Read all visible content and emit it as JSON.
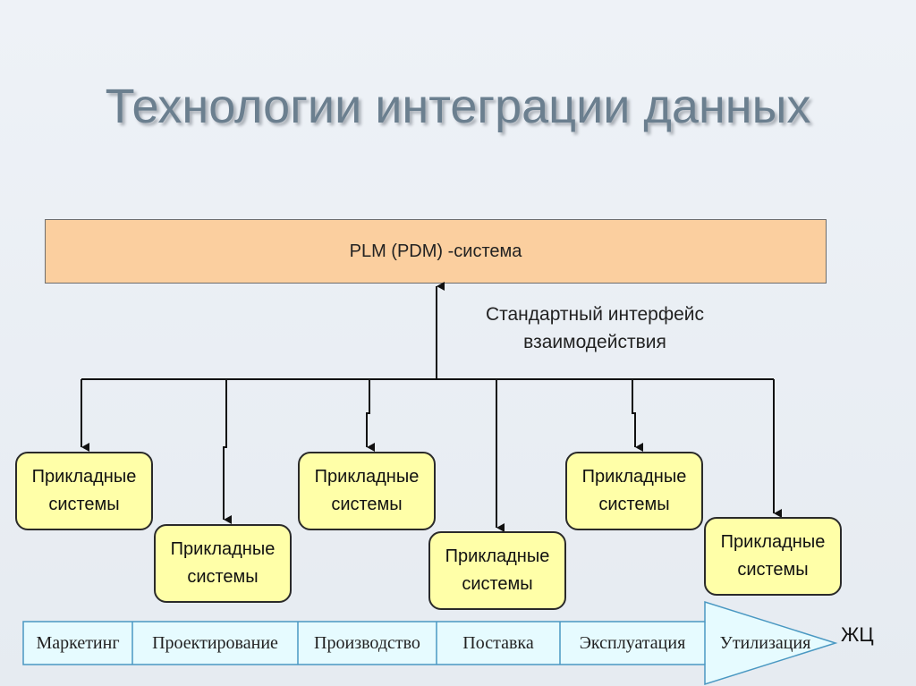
{
  "title": "Технологии интеграции данных",
  "plm_box": {
    "label": "PLM (PDM) -система"
  },
  "interface_label": {
    "line1": "Стандартный интерфейс",
    "line2": "взаимодействия"
  },
  "app_systems": [
    {
      "line1": "Прикладные",
      "line2": "системы"
    },
    {
      "line1": "Прикладные",
      "line2": "системы"
    },
    {
      "line1": "Прикладные",
      "line2": "системы"
    },
    {
      "line1": "Прикладные",
      "line2": "системы"
    },
    {
      "line1": "Прикладные",
      "line2": "системы"
    },
    {
      "line1": "Прикладные",
      "line2": "системы"
    }
  ],
  "lifecycle": {
    "stages": [
      "Маркетинг",
      "Проектирование",
      "Производство",
      "Поставка",
      "Эксплуатация",
      "Утилизация"
    ],
    "label": "ЖЦ"
  },
  "colors": {
    "plm_fill": "#fbcf9f",
    "app_fill": "#ffffa8",
    "lifecycle_fill": "#e6fbff",
    "title_color": "#6b7f8f"
  }
}
